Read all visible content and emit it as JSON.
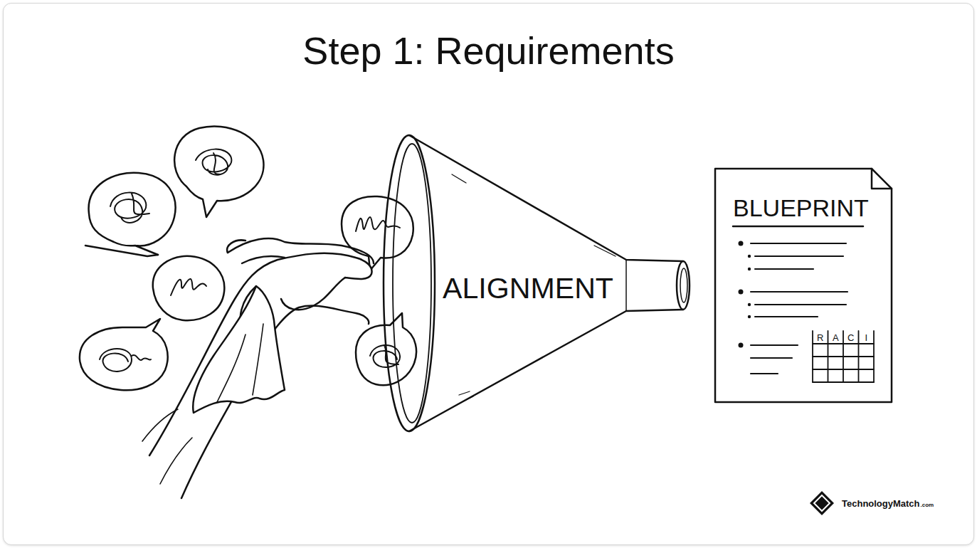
{
  "diagram": {
    "title": "Step 1: Requirements",
    "nodes": [
      {
        "text": [
          "ALIGNMENT"
        ]
      },
      {
        "text": [
          "BLUEPRINT"
        ]
      }
    ],
    "edges": [],
    "labels": [
      "R",
      "A",
      "C",
      "I",
      "TechnologyMatch",
      ".com"
    ]
  }
}
